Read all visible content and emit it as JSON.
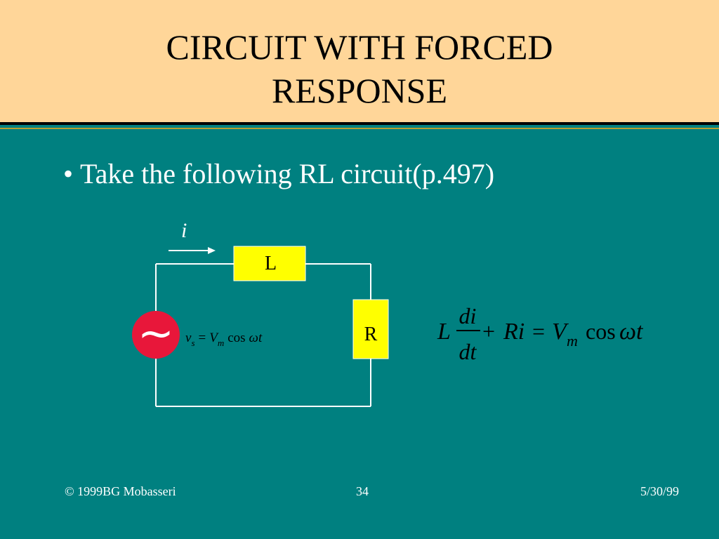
{
  "slide": {
    "title_line1": "CIRCUIT WITH FORCED",
    "title_line2": "RESPONSE",
    "bullet": "Take the following RL circuit(p.497)"
  },
  "diagram": {
    "current_label": "i",
    "inductor_label": "L",
    "resistor_label": "R",
    "source_symbol": "~",
    "source_equation": {
      "v": "v",
      "v_sub": "s",
      "eq": "=",
      "V": "V",
      "V_sub": "m",
      "cos": "cos",
      "omega_t": "ωt"
    }
  },
  "equation": {
    "L": "L",
    "num": "di",
    "den": "dt",
    "plus": "+",
    "Ri": "Ri",
    "eq": "=",
    "V": "V",
    "V_sub": "m",
    "cos": "cos",
    "omega_t": "ωt"
  },
  "footer": {
    "left": "© 1999BG Mobasseri",
    "center": "34",
    "right": "5/30/99"
  },
  "colors": {
    "background": "#008080",
    "header": "#FFD699",
    "box_fill": "#FFFF00",
    "source_fill": "#E8173A"
  }
}
